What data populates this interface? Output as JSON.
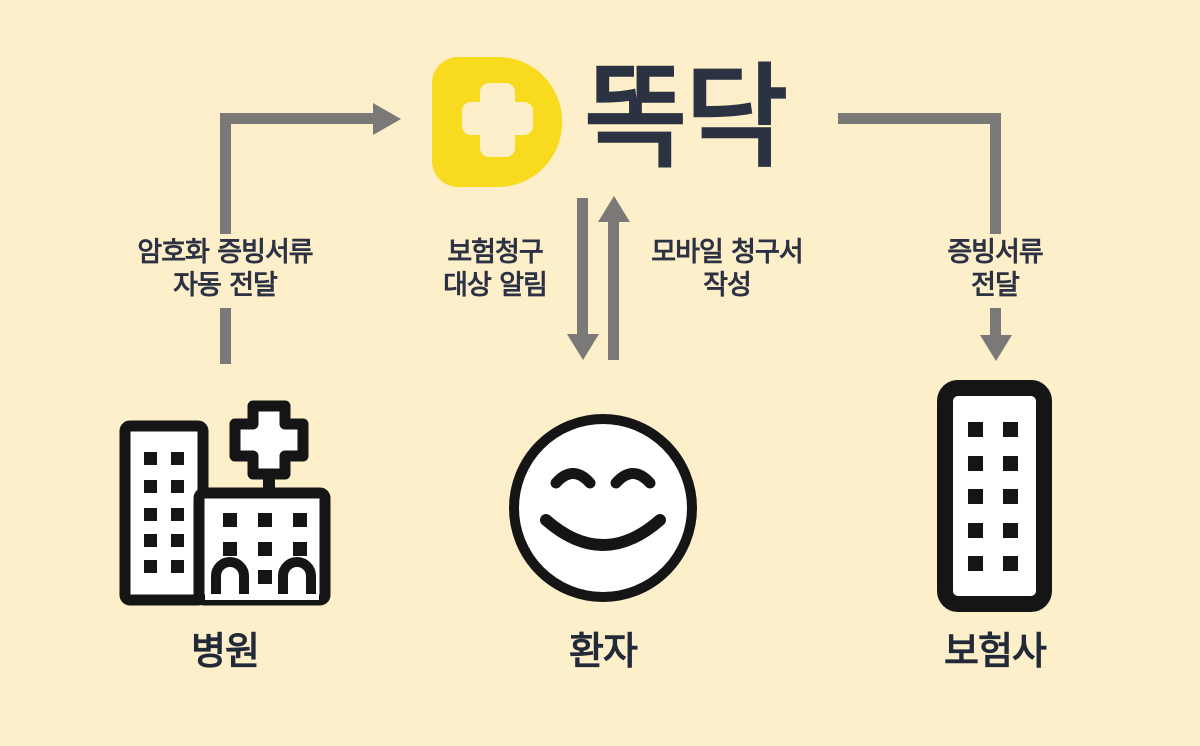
{
  "app": {
    "name": "똑닥"
  },
  "flow_labels": {
    "hospital_to_app": [
      "암호화 증빙서류",
      "자동 전달"
    ],
    "app_to_patient": [
      "보험청구",
      "대상 알림"
    ],
    "patient_to_app": [
      "모바일 청구서",
      "작성"
    ],
    "app_to_insurer": [
      "증빙서류",
      "전달"
    ]
  },
  "entities": {
    "hospital": {
      "label": "병원"
    },
    "patient": {
      "label": "환자"
    },
    "insurer": {
      "label": "보험사"
    }
  },
  "icons": {
    "logo": "ddocdoc-d-plus-icon",
    "hospital": "hospital-buildings-cross-icon",
    "patient": "smiley-face-icon",
    "insurer": "office-building-icon"
  },
  "colors": {
    "background": "#fcefc9",
    "logo_yellow": "#f8db1f",
    "logo_text": "#2b3242",
    "arrow_gray": "#7b7878",
    "label_text": "#2c3244",
    "icon_outline": "#151515",
    "icon_fill": "#ffffff"
  }
}
